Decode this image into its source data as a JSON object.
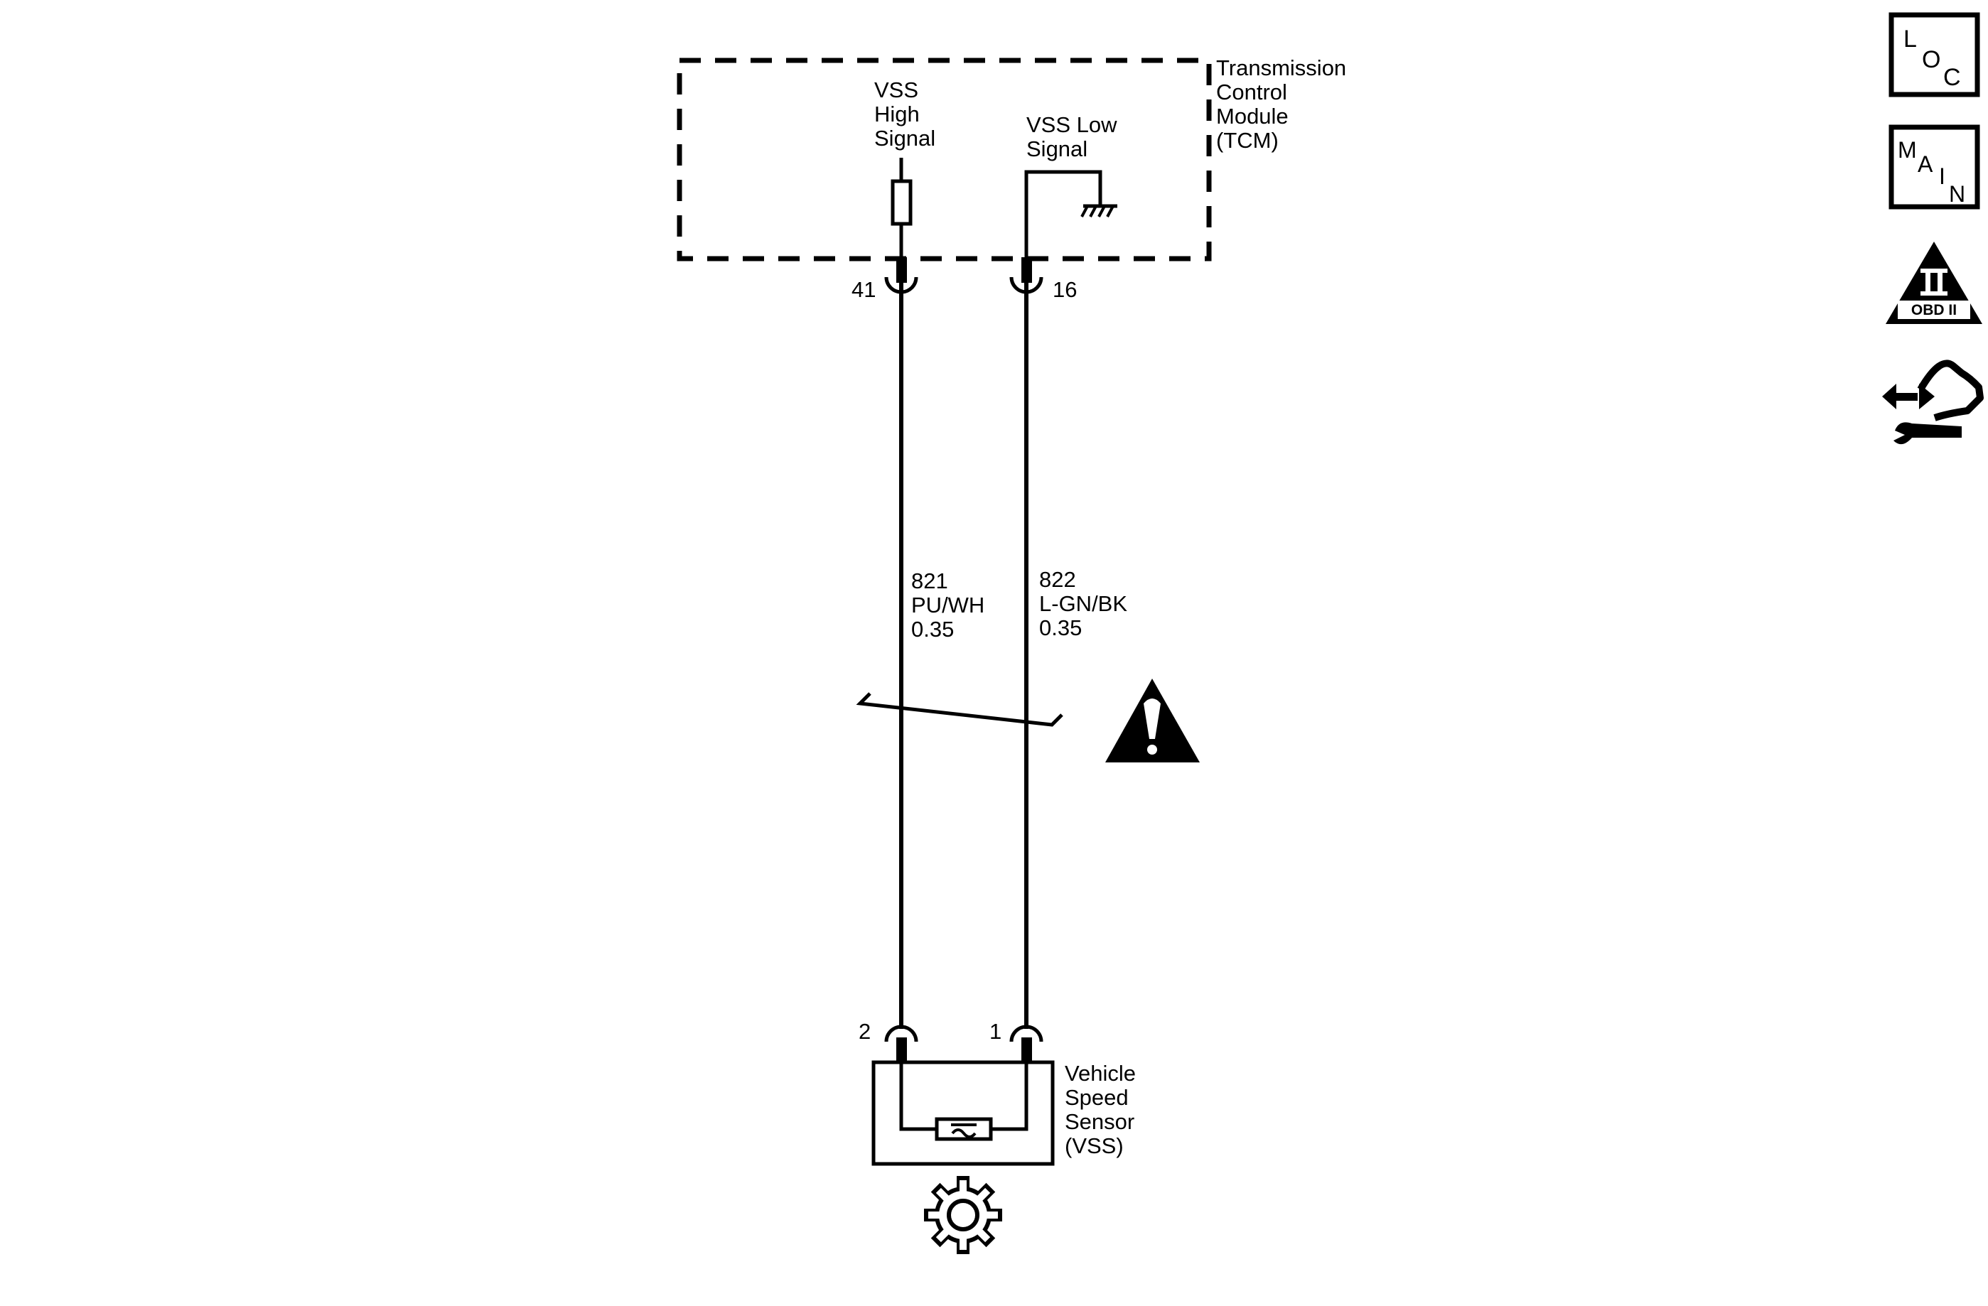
{
  "tcm": {
    "name_lines": [
      "Transmission",
      "Control",
      "Module",
      "(TCM)"
    ],
    "vss_high_lines": [
      "VSS",
      "High",
      "Signal"
    ],
    "vss_low_lines": [
      "VSS Low",
      "Signal"
    ],
    "pin_high": "41",
    "pin_low": "16"
  },
  "wires": {
    "high": {
      "circuit": "821",
      "color": "PU/WH",
      "gauge": "0.35"
    },
    "low": {
      "circuit": "822",
      "color": "L-GN/BK",
      "gauge": "0.35"
    }
  },
  "sensor": {
    "name_lines": [
      "Vehicle",
      "Speed",
      "Sensor",
      "(VSS)"
    ],
    "pin_high": "2",
    "pin_low": "1"
  },
  "side_icons": {
    "loc": {
      "letters": [
        "L",
        "O",
        "C"
      ],
      "icon": "loc-icon"
    },
    "main": {
      "letters": [
        "M",
        "A",
        "I",
        "N"
      ],
      "icon": "main-icon"
    },
    "obd": {
      "roman": "II",
      "label": "OBD II",
      "icon": "obd-ii-icon"
    },
    "connector": {
      "icon": "connector-end-view-icon"
    }
  },
  "warning": {
    "icon": "caution-triangle-icon"
  },
  "colors": {
    "ink": "#000000",
    "background": "#ffffff"
  }
}
